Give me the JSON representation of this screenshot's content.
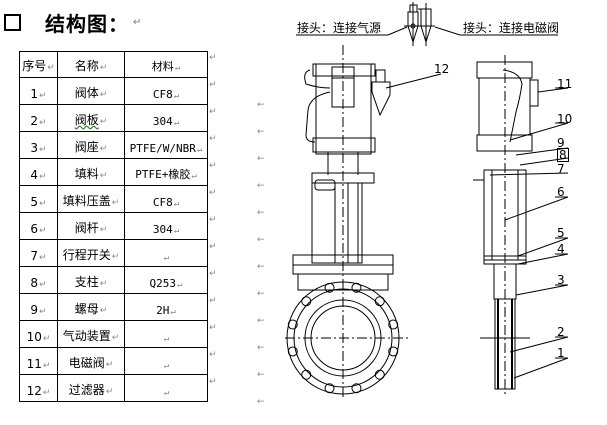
{
  "heading": {
    "title": "结构图：",
    "return_mark": "↵"
  },
  "table": {
    "headers": [
      "序号",
      "名称",
      "材料"
    ],
    "rows": [
      [
        "1",
        "阀体",
        "CF8"
      ],
      [
        "2",
        "阀板",
        "304"
      ],
      [
        "3",
        "阀座",
        "PTFE/W/NBR"
      ],
      [
        "4",
        "填料",
        "PTFE+橡胶"
      ],
      [
        "5",
        "填料压盖",
        "CF8"
      ],
      [
        "6",
        "阀杆",
        "304"
      ],
      [
        "7",
        "行程开关",
        ""
      ],
      [
        "8",
        "支柱",
        "Q253"
      ],
      [
        "9",
        "螺母",
        "2H"
      ],
      [
        "10",
        "气动装置",
        ""
      ],
      [
        "11",
        "电磁阀",
        ""
      ],
      [
        "12",
        "过滤器",
        ""
      ]
    ]
  },
  "marks": {
    "para": "↵",
    "arrow": "←"
  },
  "drawing": {
    "label_left": "接头：连接气源",
    "label_right": "接头：连接电磁阀",
    "callouts": [
      "1",
      "2",
      "3",
      "4",
      "5",
      "6",
      "7",
      "8",
      "9",
      "10",
      "11",
      "12"
    ]
  }
}
